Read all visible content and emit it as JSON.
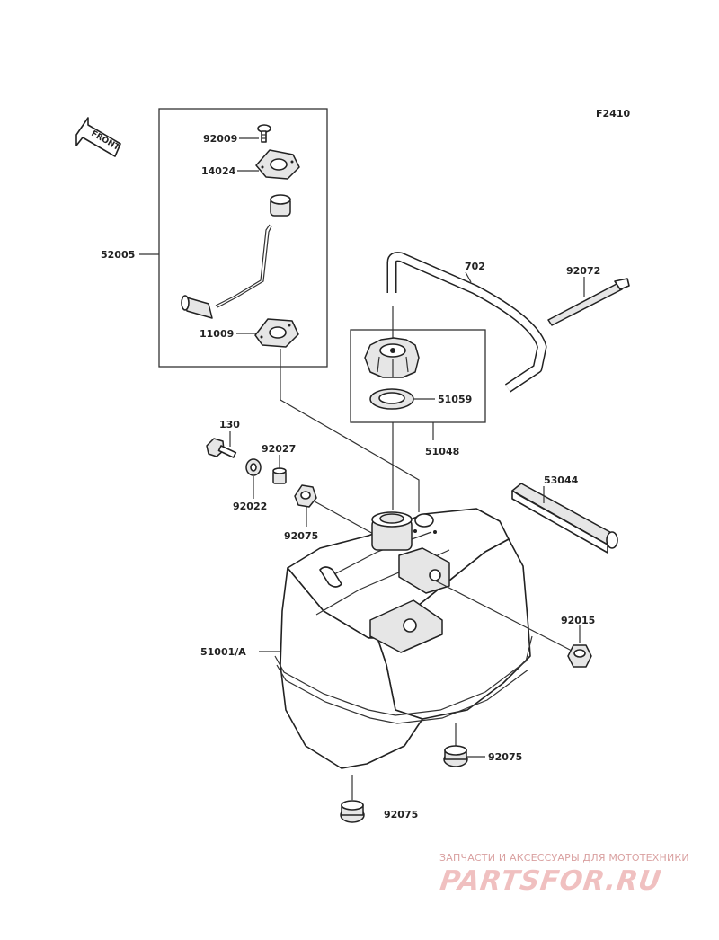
{
  "figure_code": "F2410",
  "front_label": "FRONT",
  "labels": {
    "p92009": "92009",
    "p14024": "14024",
    "p52005": "52005",
    "p11009": "11009",
    "p702": "702",
    "p92072": "92072",
    "p51059": "51059",
    "p51048": "51048",
    "p130": "130",
    "p92027": "92027",
    "p92022": "92022",
    "p92075_a": "92075",
    "p53044": "53044",
    "p92015": "92015",
    "p51001A": "51001/A",
    "p92075_b": "92075",
    "p92075_c": "92075"
  },
  "watermark": {
    "tagline": "ЗАПЧАСТИ И АКСЕССУАРЫ ДЛЯ МОТОТЕХНИКИ",
    "logo": "PARTSFOR.RU",
    "color": "#f0c0c0"
  }
}
